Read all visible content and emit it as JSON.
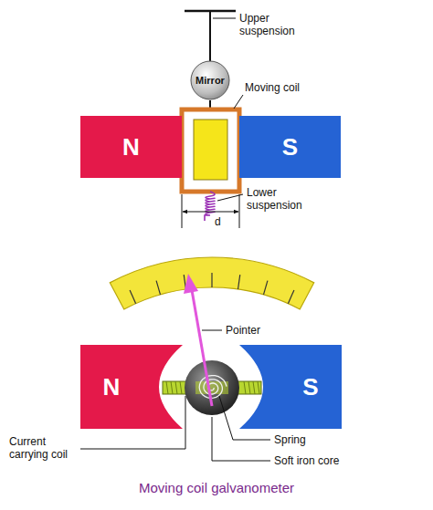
{
  "diagram": {
    "caption": "Moving coil galvanometer",
    "nodes": [
      {
        "text": [
          "Mirror"
        ]
      },
      {
        "text": [
          "N"
        ]
      },
      {
        "text": [
          "S"
        ]
      },
      {
        "text": [
          "N"
        ]
      },
      {
        "text": [
          "S"
        ]
      }
    ],
    "labels": [
      "Upper suspension",
      "Moving coil",
      "Lower suspension",
      "d",
      "Pointer",
      "Current carrying coil",
      "Spring",
      "Soft iron core"
    ]
  }
}
